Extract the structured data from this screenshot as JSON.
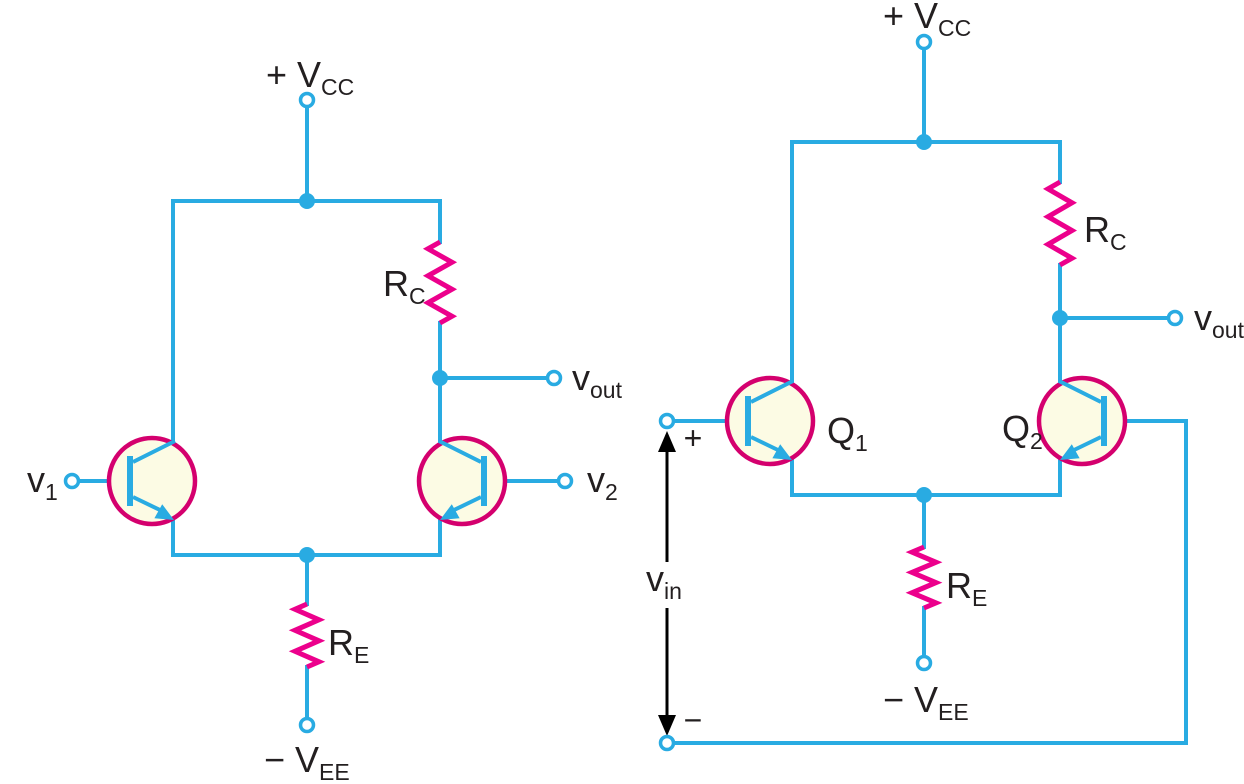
{
  "figure": {
    "type": "circuit-diagram",
    "panels": 2
  },
  "colors": {
    "wire": "#29ABE2",
    "resistor": "#EC008C",
    "ring": "#D4006E",
    "tfill": "#FCFBE4",
    "text": "#231F20",
    "arrow": "#000000",
    "bg": "#FFFFFF"
  },
  "left_circuit": {
    "labels": {
      "vcc": {
        "main": "+ V",
        "sub": "CC"
      },
      "rc": {
        "main": "R",
        "sub": "C"
      },
      "vout": {
        "main": "v",
        "sub": "out"
      },
      "v1": {
        "main": "v",
        "sub": "1"
      },
      "v2": {
        "main": "v",
        "sub": "2"
      },
      "re": {
        "main": "R",
        "sub": "E"
      },
      "vee": {
        "main": "− V",
        "sub": "EE"
      }
    }
  },
  "right_circuit": {
    "labels": {
      "vcc": {
        "main": "+ V",
        "sub": "CC"
      },
      "rc": {
        "main": "R",
        "sub": "C"
      },
      "vout": {
        "main": "v",
        "sub": "out"
      },
      "q1": {
        "main": "Q",
        "sub": "1"
      },
      "q2": {
        "main": "Q",
        "sub": "2"
      },
      "re": {
        "main": "R",
        "sub": "E"
      },
      "vee": {
        "main": "− V",
        "sub": "EE"
      },
      "vin": {
        "main": "v",
        "sub": "in"
      },
      "polarity_plus": "+",
      "polarity_minus": "−"
    }
  }
}
